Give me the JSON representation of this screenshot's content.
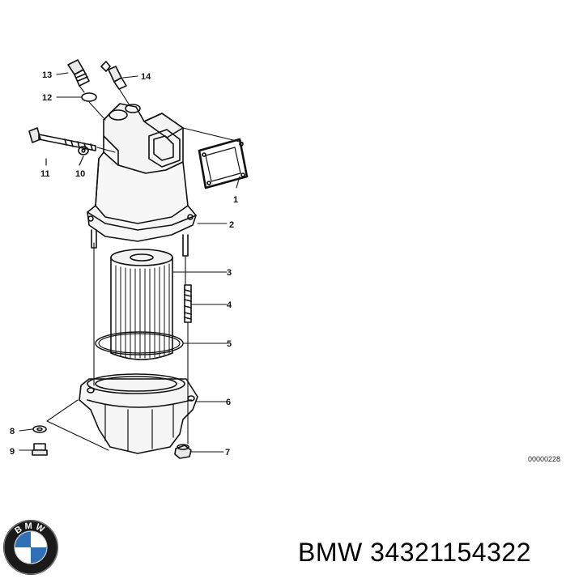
{
  "diagram": {
    "callouts": [
      {
        "id": "1",
        "label": "1"
      },
      {
        "id": "2",
        "label": "2"
      },
      {
        "id": "3",
        "label": "3"
      },
      {
        "id": "4",
        "label": "4"
      },
      {
        "id": "5",
        "label": "5"
      },
      {
        "id": "6",
        "label": "6"
      },
      {
        "id": "7",
        "label": "7"
      },
      {
        "id": "8",
        "label": "8"
      },
      {
        "id": "9",
        "label": "9"
      },
      {
        "id": "10",
        "label": "10"
      },
      {
        "id": "11",
        "label": "11"
      },
      {
        "id": "12",
        "label": "12"
      },
      {
        "id": "13",
        "label": "13"
      },
      {
        "id": "14",
        "label": "14"
      }
    ],
    "reference_code": "00000228"
  },
  "caption": {
    "text": "BMW 34321154322"
  },
  "logo": {
    "brand_letters": "BMW",
    "colors": {
      "ring": "#1a1a1a",
      "blue": "#2f6fb5",
      "white": "#ffffff"
    }
  }
}
